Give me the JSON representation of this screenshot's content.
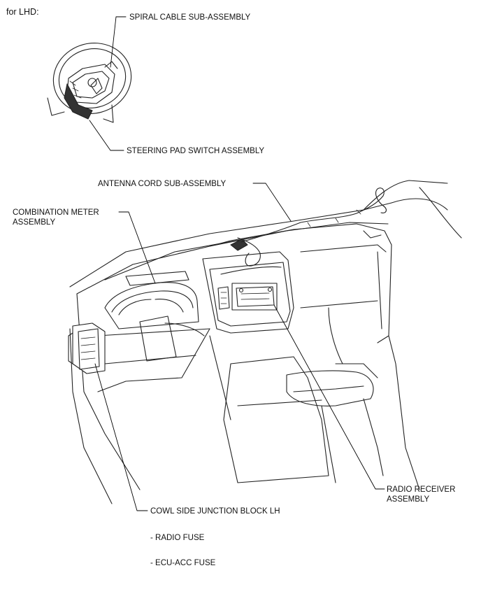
{
  "header": {
    "variant_label": "for LHD:"
  },
  "callouts": {
    "spiral_cable": "SPIRAL CABLE SUB-ASSEMBLY",
    "steering_pad_switch": "STEERING PAD SWITCH ASSEMBLY",
    "antenna_cord": "ANTENNA CORD SUB-ASSEMBLY",
    "combination_meter_line1": "COMBINATION METER",
    "combination_meter_line2": "ASSEMBLY",
    "radio_receiver_line1": "RADIO RECEIVER",
    "radio_receiver_line2": "ASSEMBLY",
    "cowl_side_junction_block": "COWL SIDE JUNCTION BLOCK LH",
    "radio_fuse": "- RADIO FUSE",
    "ecu_acc_fuse": "- ECU-ACC FUSE"
  }
}
